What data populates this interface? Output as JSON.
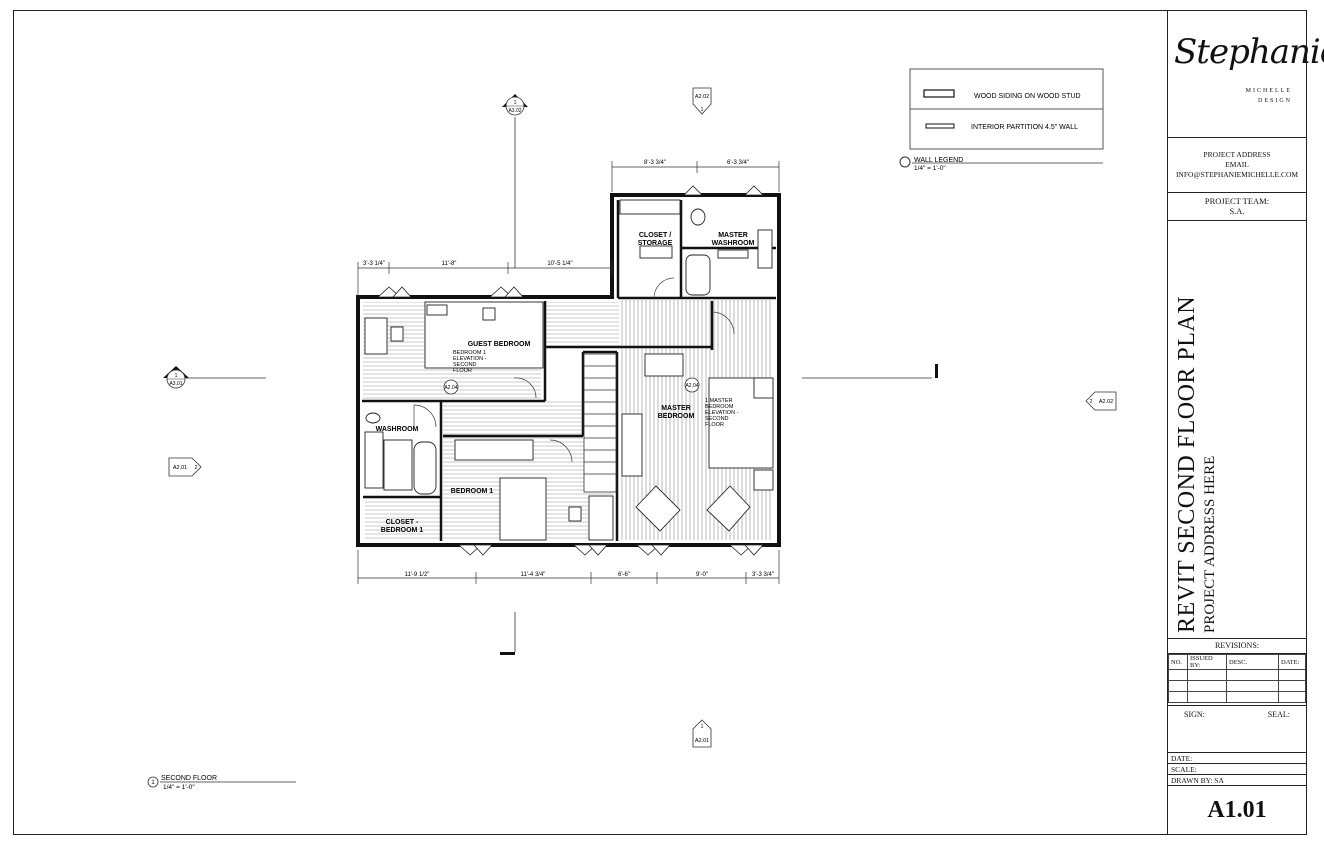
{
  "sheet": {
    "number": "A1.01",
    "title": "REVIT SECOND FLOOR PLAN",
    "subtitle": "PROJECT ADDRESS HERE"
  },
  "logo": {
    "script": "Stephanie",
    "line1": "MICHELLE",
    "line2": "DESIGN"
  },
  "contact": {
    "address": "PROJECT ADDRESS",
    "email_label": "EMAIL",
    "email": "INFO@STEPHANIEMICHELLE.COM"
  },
  "team": {
    "label": "PROJECT TEAM:",
    "members": "S.A."
  },
  "revisions": {
    "title": "REVISIONS:",
    "headers": [
      "NO.",
      "ISSUED BY:",
      "DESC.",
      "DATE:"
    ]
  },
  "sign": {
    "sign_label": "SIGN:",
    "seal_label": "SEAL:"
  },
  "meta": {
    "date_label": "DATE:",
    "scale_label": "SCALE:",
    "drawn_by": "DRAWN BY: SA"
  },
  "legend": {
    "items": [
      "WOOD SIDING ON WOOD STUD",
      "INTERIOR PARTITION 4.5\" WALL"
    ],
    "title": "WALL LEGEND",
    "scale": "1/4\" = 1'-0\""
  },
  "view": {
    "number": "1",
    "name": "SECOND FLOOR",
    "scale": "1/4\" = 1'-0\""
  },
  "rooms": {
    "guest": "GUEST BEDROOM",
    "washroom": "WASHROOM",
    "bedroom1": "BEDROOM 1",
    "closet_bed1_a": "CLOSET -",
    "closet_bed1_b": "BEDROOM 1",
    "closet_storage_a": "CLOSET /",
    "closet_storage_b": "STORAGE",
    "master_wash_a": "MASTER",
    "master_wash_b": "WASHROOM",
    "master_bed_a": "MASTER",
    "master_bed_b": "BEDROOM"
  },
  "notes": {
    "bed1_elev": [
      "BEDROOM 1",
      "ELEVATION -",
      "SECOND",
      "FLOOR"
    ],
    "master_elev": [
      "1 MASTER",
      "BEDROOM",
      "ELEVATION -",
      "SECOND",
      "FLOOR"
    ]
  },
  "dimensions": {
    "top_left": [
      "3'-3 1/4\"",
      "11'-8\"",
      "10'-5 1/4\""
    ],
    "top_right": [
      "8'-3 3/4\"",
      "6'-3 3/4\""
    ],
    "bottom": [
      "11'-9 1/2\"",
      "11'-4 3/4\"",
      "6'-6\"",
      "9'-0\"",
      "3'-3 3/4\""
    ]
  },
  "tags": {
    "a302": "A3.02",
    "a202": "A2.02",
    "a301": "A3.01",
    "a201": "A2.01",
    "a204": "A2.04",
    "n1": "1",
    "n2": "2"
  }
}
